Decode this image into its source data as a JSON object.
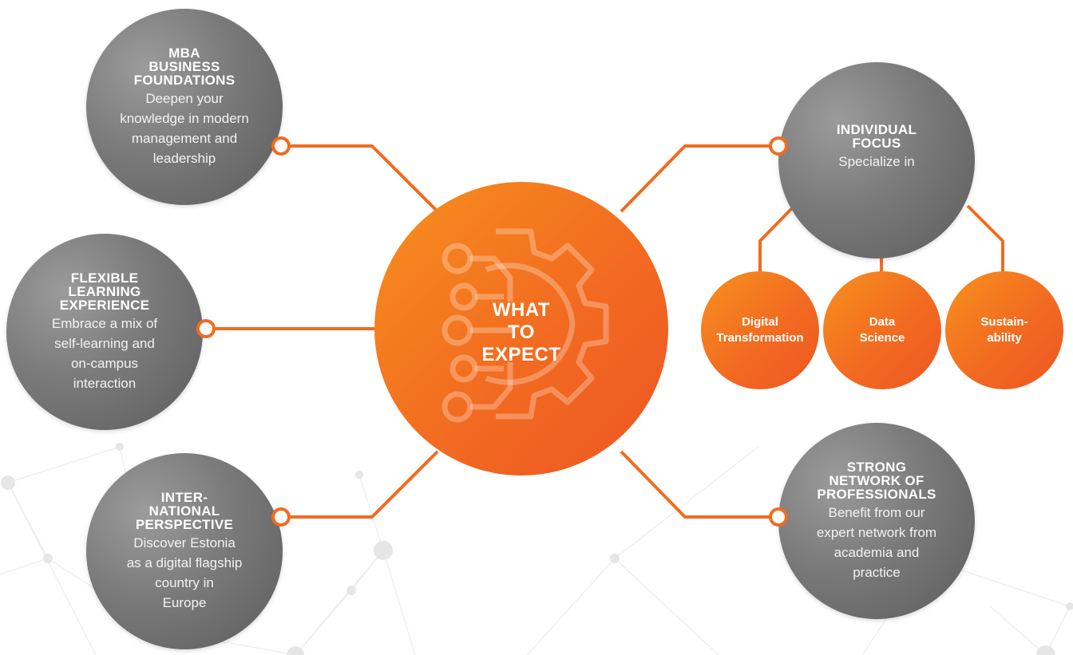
{
  "colors": {
    "accent": "#f26b21",
    "node_grey": "#7a7a7a",
    "background_network": "#e9e9e9"
  },
  "center": {
    "label": "WHAT\nTO\nEXPECT",
    "icon": "gear-circuit-icon"
  },
  "nodes": [
    {
      "title": "MBA\nBUSINESS\nFOUNDATIONS",
      "description": "Deepen your\nknowledge in modern\nmanagement and\nleadership"
    },
    {
      "title": "FLEXIBLE\nLEARNING\nEXPERIENCE",
      "description": "Embrace a mix of\nself-learning and\non-campus\ninteraction"
    },
    {
      "title": "INTER-\nNATIONAL\nPERSPECTIVE",
      "description": "Discover Estonia\nas a digital flagship\ncountry in\nEurope"
    },
    {
      "title": "INDIVIDUAL\nFOCUS",
      "description": "Specialize in"
    },
    {
      "title": "STRONG\nNETWORK OF\nPROFESSIONALS",
      "description": "Benefit from our\nexpert network from\nacademia and\npractice"
    }
  ],
  "specializations": [
    "Digital\nTransformation",
    "Data\nScience",
    "Sustain-\nability"
  ]
}
